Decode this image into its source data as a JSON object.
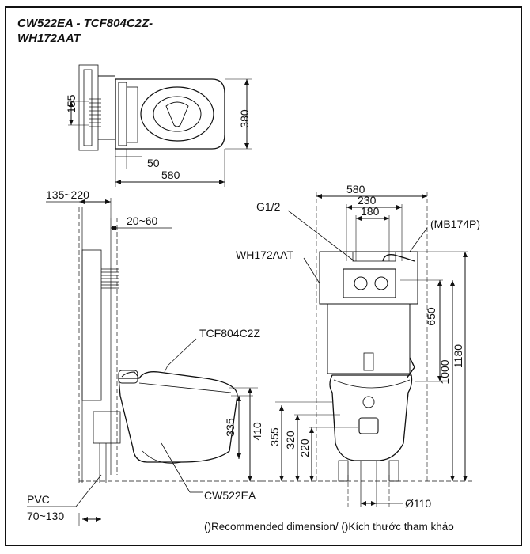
{
  "title": {
    "line1": "CW522EA - TCF804C2Z-",
    "line2": "WH172AAT"
  },
  "top_view": {
    "dim_155": "155",
    "dim_380": "380",
    "dim_50": "50",
    "dim_580": "580"
  },
  "side_view": {
    "dim_135_220": "135~220",
    "dim_20_60": "20~60",
    "label_seat": "TCF804C2Z",
    "dim_335": "335",
    "dim_410": "410",
    "label_pvc": "PVC",
    "dim_70_130": "70~130",
    "label_bowl": "CW522EA"
  },
  "front_view": {
    "dim_580": "580",
    "dim_230": "230",
    "dim_180": "180",
    "label_g12": "G1/2",
    "label_mb174p": "(MB174P)",
    "label_frame": "WH172AAT",
    "dim_650": "650",
    "dim_1000": "1000",
    "dim_1180": "1180",
    "dim_355": "355",
    "dim_320": "320",
    "dim_220": "220",
    "dim_110": "Ø110"
  },
  "footer": "()Recommended dimension/ ()Kích thước tham khảo"
}
